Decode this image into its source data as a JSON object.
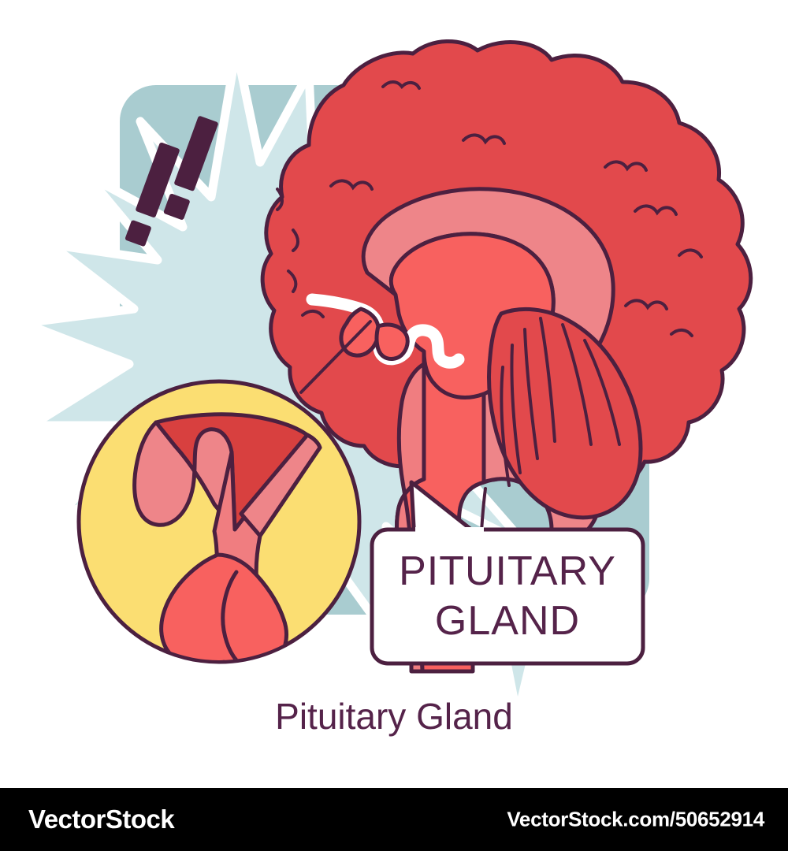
{
  "illustration": {
    "title": "Pituitary Gland anatomy illustration",
    "callout": {
      "line1": "PITUITARY",
      "line2": "GLAND"
    },
    "caption": "Pituitary Gland",
    "emphasis_marks": "!!",
    "parts": {
      "brain_cortex": "cerebral-cortex",
      "corpus_callosum": "corpus-callosum",
      "thalamus": "thalamus",
      "cerebellum": "cerebellum",
      "brainstem": "brainstem",
      "pituitary_gland": "pituitary-gland",
      "inset_hypothalamus": "hypothalamus",
      "inset_stalk": "infundibulum-stalk",
      "inset_gland": "pituitary-lobes"
    }
  },
  "footer": {
    "brand": "VectorStock",
    "url": "VectorStock.com/50652914"
  },
  "colors": {
    "background": "#FFFFFF",
    "square_teal": "#A9CCD0",
    "burst_light_blue": "#CFE6E9",
    "brain_red": "#E2494C",
    "thalamus_salmon": "#F8615F",
    "corpus_pink": "#EE8589",
    "stalk_pink": "#F07D80",
    "outline_plum": "#4C2040",
    "text_plum": "#55234A",
    "circle_yellow": "#FBDE72",
    "white": "#FFFFFF",
    "footer_bg": "#000000",
    "footer_text": "#FFFFFF"
  }
}
